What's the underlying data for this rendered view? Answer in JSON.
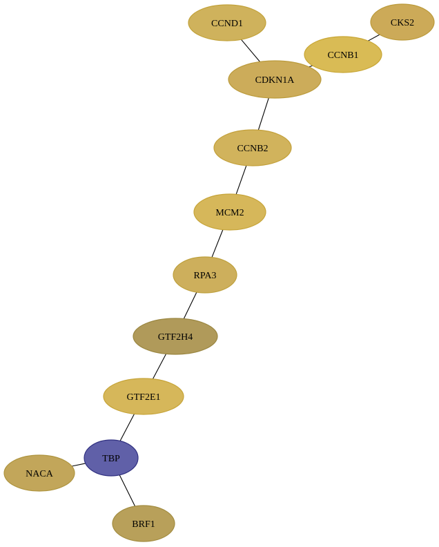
{
  "colors": {
    "background": "#ffffff",
    "edge": "#000000",
    "highlight_fill": "#6060a8",
    "highlight_stroke": "#303080"
  },
  "nodes": [
    {
      "id": "CCND1",
      "label": "CCND1",
      "fill": "#cfb25c",
      "stroke": "#c2a23a"
    },
    {
      "id": "CKS2",
      "label": "CKS2",
      "fill": "#ccaa58",
      "stroke": "#bb9a3a"
    },
    {
      "id": "CCNB1",
      "label": "CCNB1",
      "fill": "#d9bb55",
      "stroke": "#c8a635"
    },
    {
      "id": "CDKN1A",
      "label": "CDKN1A",
      "fill": "#ccac5a",
      "stroke": "#bb9b3c"
    },
    {
      "id": "CCNB2",
      "label": "CCNB2",
      "fill": "#d1b35c",
      "stroke": "#c3a03a"
    },
    {
      "id": "MCM2",
      "label": "MCM2",
      "fill": "#d6b75a",
      "stroke": "#c6a438"
    },
    {
      "id": "RPA3",
      "label": "RPA3",
      "fill": "#cdaf5c",
      "stroke": "#bea03c"
    },
    {
      "id": "GTF2H4",
      "label": "GTF2H4",
      "fill": "#b09a5a",
      "stroke": "#9a8640"
    },
    {
      "id": "GTF2E1",
      "label": "GTF2E1",
      "fill": "#d6b75a",
      "stroke": "#c6a438"
    },
    {
      "id": "TBP",
      "label": "TBP",
      "fill": "#6060a8",
      "stroke": "#303080"
    },
    {
      "id": "NACA",
      "label": "NACA",
      "fill": "#c2a65a",
      "stroke": "#ae943e"
    },
    {
      "id": "BRF1",
      "label": "BRF1",
      "fill": "#b8a05a",
      "stroke": "#a28c40"
    }
  ],
  "edges": [
    [
      "CCND1",
      "CDKN1A"
    ],
    [
      "CKS2",
      "CCNB1"
    ],
    [
      "CCNB1",
      "CDKN1A"
    ],
    [
      "CDKN1A",
      "CCNB2"
    ],
    [
      "CCNB2",
      "MCM2"
    ],
    [
      "MCM2",
      "RPA3"
    ],
    [
      "RPA3",
      "GTF2H4"
    ],
    [
      "GTF2H4",
      "GTF2E1"
    ],
    [
      "GTF2E1",
      "TBP"
    ],
    [
      "TBP",
      "NACA"
    ],
    [
      "TBP",
      "BRF1"
    ]
  ]
}
